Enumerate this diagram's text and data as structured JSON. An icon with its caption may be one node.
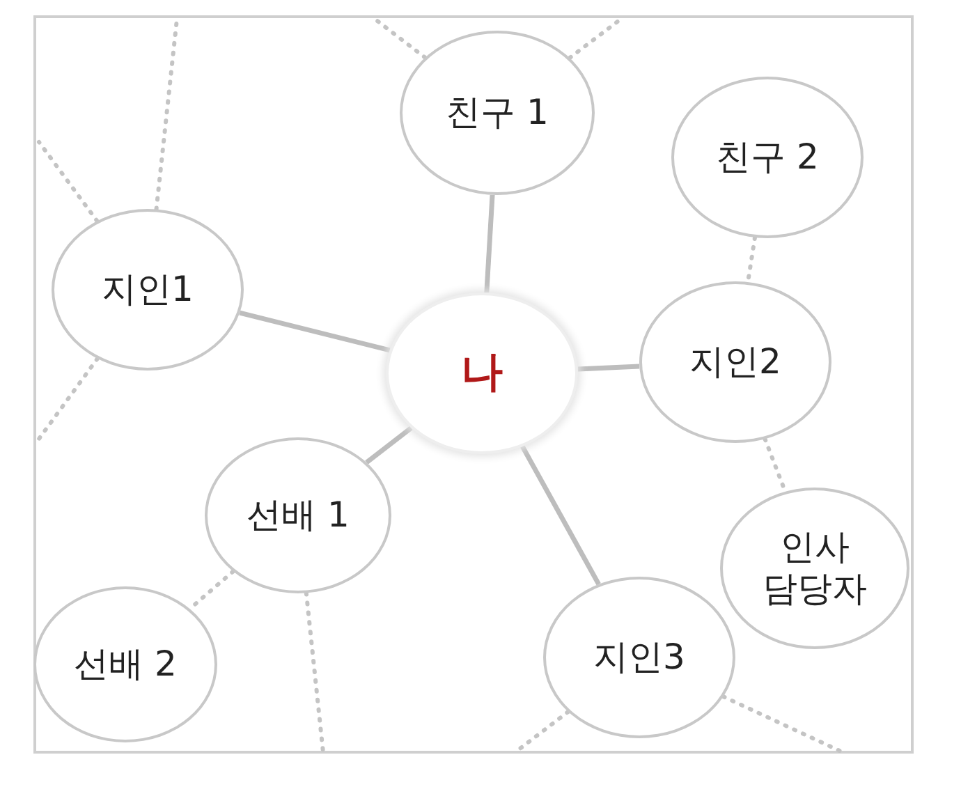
{
  "diagram": {
    "nodes": [
      {
        "text": [
          "나"
        ]
      },
      {
        "text": [
          "친구 1"
        ]
      },
      {
        "text": [
          "친구 2"
        ]
      },
      {
        "text": [
          "지인1"
        ]
      },
      {
        "text": [
          "지인2"
        ]
      },
      {
        "text": [
          "선배 1"
        ]
      },
      {
        "text": [
          "인사 담당자"
        ]
      },
      {
        "text": [
          "선배 2"
        ]
      },
      {
        "text": [
          "지인3"
        ]
      }
    ],
    "edges": [
      {
        "from": 0,
        "to": 1,
        "arrow": "none"
      },
      {
        "from": 0,
        "to": 3,
        "arrow": "none"
      },
      {
        "from": 0,
        "to": 4,
        "arrow": "none"
      },
      {
        "from": 0,
        "to": 5,
        "arrow": "none"
      },
      {
        "from": 0,
        "to": 8,
        "arrow": "none"
      },
      {
        "from": 2,
        "to": 4,
        "arrow": "none",
        "style": "dashed"
      },
      {
        "from": 4,
        "to": 6,
        "arrow": "none",
        "style": "dashed"
      },
      {
        "from": 5,
        "to": 7,
        "arrow": "none",
        "style": "dashed"
      },
      {
        "from": 1,
        "to": null,
        "arrow": "none",
        "style": "dashed"
      },
      {
        "from": 1,
        "to": null,
        "arrow": "none",
        "style": "dashed"
      },
      {
        "from": 3,
        "to": null,
        "arrow": "none",
        "style": "dashed"
      },
      {
        "from": 3,
        "to": null,
        "arrow": "none",
        "style": "dashed"
      },
      {
        "from": 3,
        "to": null,
        "arrow": "none",
        "style": "dashed"
      },
      {
        "from": 5,
        "to": null,
        "arrow": "none",
        "style": "dashed"
      },
      {
        "from": 8,
        "to": null,
        "arrow": "none",
        "style": "dashed"
      },
      {
        "from": 8,
        "to": null,
        "arrow": "none",
        "style": "dashed"
      }
    ]
  }
}
